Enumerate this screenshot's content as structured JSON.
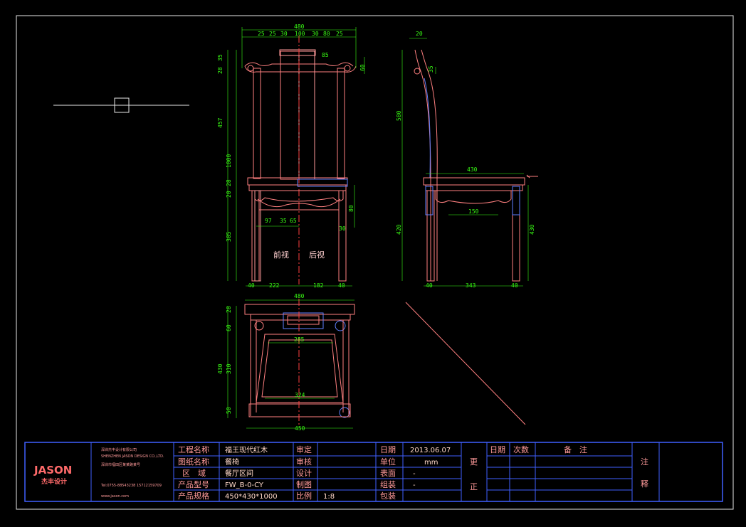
{
  "views": {
    "front_label": "前视",
    "back_label": "后视"
  },
  "dimensions": {
    "front_top": [
      "480",
      "25",
      "25",
      "30",
      "100",
      "30",
      "80",
      "25"
    ],
    "front_top_sub": "85",
    "front_left": [
      "35",
      "28",
      "457",
      "1000",
      "28",
      "20",
      "385"
    ],
    "front_right": [
      "60",
      "80",
      "30"
    ],
    "front_mid": [
      "97",
      "35",
      "65"
    ],
    "front_bottom": [
      "40",
      "222",
      "182",
      "40"
    ],
    "side_top": "20",
    "side_sub": "35",
    "side_left": [
      "580",
      "420"
    ],
    "side_seat": "430",
    "side_stretcher": "150",
    "side_right": "430",
    "side_bottom": [
      "40",
      "343",
      "40"
    ],
    "plan_top": "480",
    "plan_left": [
      "28",
      "60",
      "430",
      "310",
      "50"
    ],
    "plan_inner_top": "285",
    "plan_inner_bottom": "324",
    "plan_bottom": "450"
  },
  "title_block": {
    "logo": "JASON",
    "logo_sub": "杰丰设计",
    "company_line1": "深圳杰丰设计有限公司",
    "company_line2": "SHENZHEN JASON DESIGN CO.,LTD.",
    "company_line3": "深圳市福田区某某路某号",
    "company_line4": "Tel:0755-88543238 15712159709",
    "company_line5": "www.jason.com",
    "project_label": "工程名称",
    "project_value": "福王现代红木",
    "drawing_label": "图纸名称",
    "drawing_value": "餐椅",
    "area_label": "区　域",
    "area_value": "餐厅区间",
    "model_label": "产品型号",
    "model_value": "FW_B-0-CY",
    "spec_label": "产品规格",
    "spec_value": "450*430*1000",
    "approve_label": "审定",
    "review_label": "审核",
    "design_label": "设计",
    "draft_label": "制图",
    "scale_label": "比例",
    "scale_value": "1:8",
    "date_label": "日期",
    "date_value": "2013.06.07",
    "unit_label": "单位",
    "unit_value": "mm",
    "surface_label": "表面",
    "surface_value": "-",
    "assembly_label": "组装",
    "assembly_value": "-",
    "package_label": "包装",
    "change_label_1": "更",
    "change_label_2": "正",
    "rev_date_label": "日期",
    "rev_count_label": "次数",
    "rev_note_label": "备　注",
    "note_label_1": "注",
    "note_label_2": "释"
  }
}
